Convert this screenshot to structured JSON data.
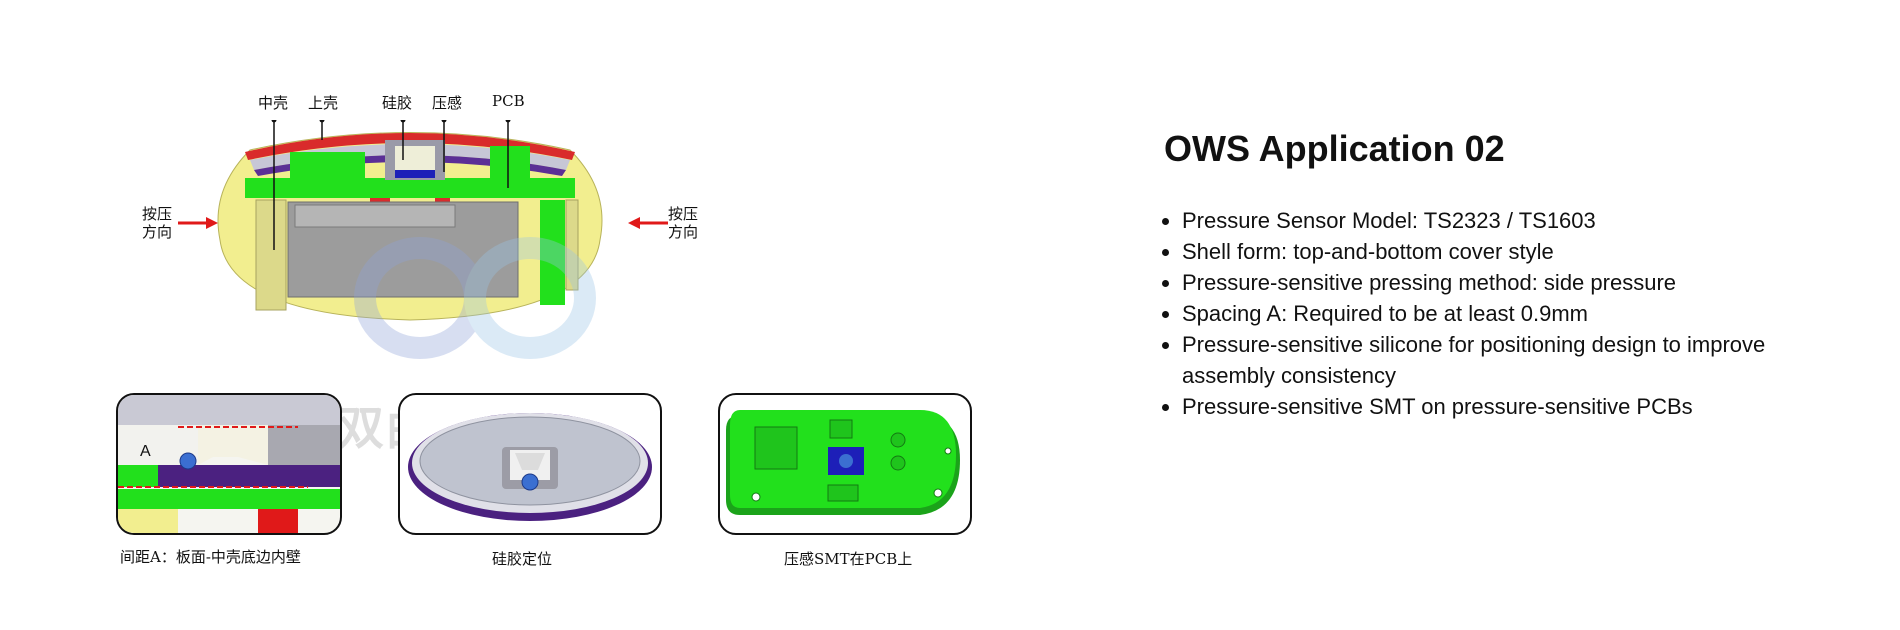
{
  "main_diagram": {
    "labels": {
      "middle_shell": "中壳",
      "upper_shell": "上壳",
      "silicone": "硅胶",
      "pressure_sense": "压感",
      "pcb": "PCB",
      "press_direction_left": "按压\n方向",
      "press_direction_right": "按压\n方向"
    }
  },
  "detail_panels": [
    {
      "caption": "间距A：板面-中壳底边内壁",
      "marker": "A"
    },
    {
      "caption": "硅胶定位"
    },
    {
      "caption": "压感SMT在PCB上"
    }
  ],
  "watermark": {
    "text": "双曲线智能"
  },
  "info": {
    "title": "OWS Application 02",
    "specs": [
      "Pressure Sensor Model: TS2323 / TS1603",
      "Shell form: top-and-bottom cover style",
      "Pressure-sensitive pressing method: side pressure",
      "Spacing A: Required to be at least 0.9mm",
      "Pressure-sensitive silicone for positioning design to improve assembly consistency",
      "Pressure-sensitive SMT on pressure-sensitive PCBs"
    ]
  },
  "colors": {
    "shell_yellow": "#f2ee8f",
    "pcb_green": "#22e01c",
    "top_red": "#d92b2b",
    "purple": "#4b2180",
    "sensor_blue": "#1d1fb8",
    "dot_blue": "#3b6fd1"
  }
}
